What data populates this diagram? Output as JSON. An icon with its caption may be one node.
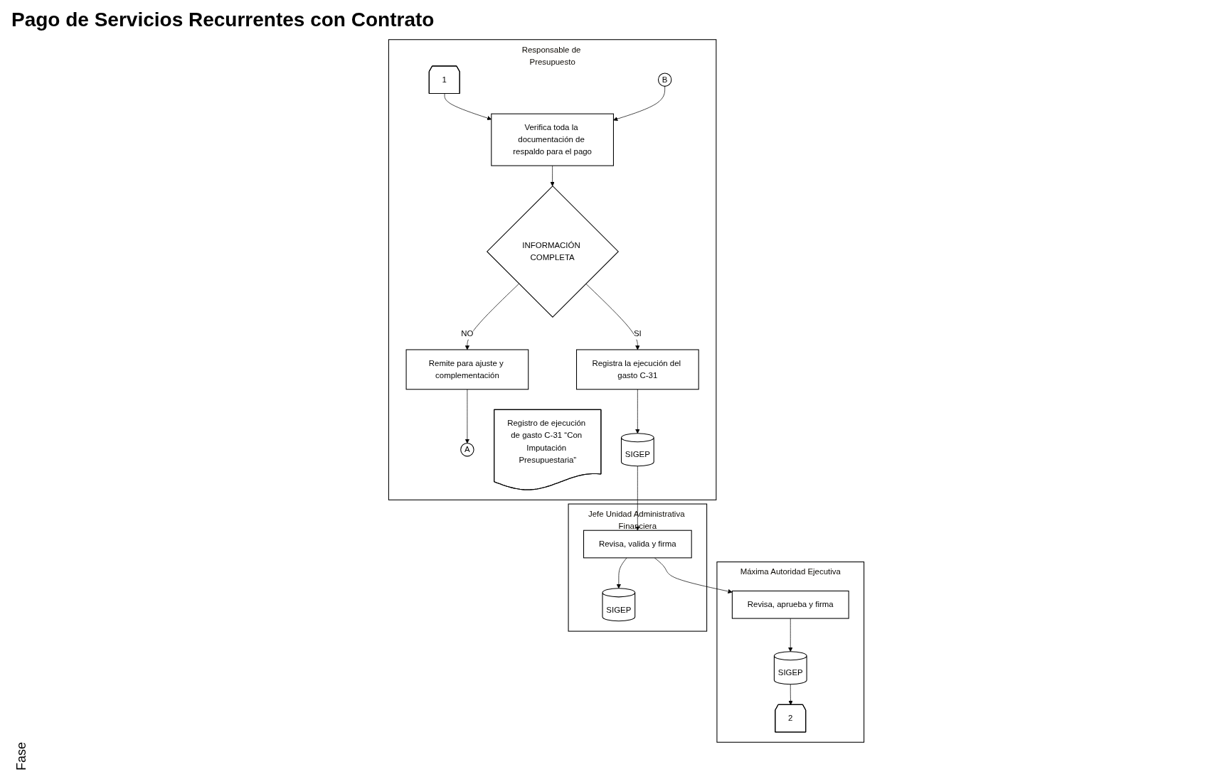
{
  "diagram": {
    "title": "Pago de Servicios Recurrentes con Contrato",
    "nodes": [
      {
        "text": [
          "Máxima Autoridad Ejecutiva"
        ]
      },
      {
        "text": [
          "Jefe Unidad Administrativa Financiera"
        ]
      },
      {
        "text": [
          "Responsable de Presupuesto"
        ]
      },
      {
        "text": [
          "1"
        ],
        "in": 2
      },
      {
        "text": [
          "Verifica toda la documentación de respaldo para el pago"
        ],
        "in": 2
      },
      {
        "text": [
          "B"
        ],
        "in": 2
      },
      {
        "text": [
          "INFORMACIÓN COMPLETA"
        ],
        "in": 2
      },
      {
        "text": [
          "Remite para ajuste y complementación"
        ],
        "in": 2
      },
      {
        "text": [
          "A"
        ],
        "in": 2
      },
      {
        "text": [
          "Registra la ejecución del gasto C-31"
        ],
        "in": 2
      },
      {
        "text": [
          "Registro de ejecución de gasto C-31 “Con Imputación Presupuestaria”"
        ],
        "in": 2
      },
      {
        "text": [
          "SIGEP"
        ],
        "in": 2
      },
      {
        "text": [
          "Revisa, valida y firma"
        ],
        "in": 1
      },
      {
        "text": [
          "SIGEP"
        ],
        "in": 1
      },
      {
        "text": [
          "Revisa, aprueba y firma"
        ],
        "in": 0
      },
      {
        "text": [
          "SIGEP"
        ],
        "in": 0
      },
      {
        "text": [
          "2"
        ],
        "in": 0
      }
    ],
    "edges": [
      {
        "from": 3,
        "to": 4,
        "arrow": "to"
      },
      {
        "from": 5,
        "to": 4,
        "arrow": "to"
      },
      {
        "from": 4,
        "to": 6,
        "arrow": "to"
      },
      {
        "from": 6,
        "to": 7,
        "arrow": "to",
        "label": "NO"
      },
      {
        "from": 6,
        "to": 9,
        "arrow": "to",
        "label": "SI"
      },
      {
        "from": 7,
        "to": 8,
        "arrow": "to"
      },
      {
        "from": 9,
        "to": 11,
        "arrow": "to"
      },
      {
        "from": 11,
        "to": 12,
        "arrow": "to"
      },
      {
        "from": 12,
        "to": 14,
        "arrow": "to"
      },
      {
        "from": 12,
        "to": 13,
        "arrow": "to"
      },
      {
        "from": 14,
        "to": 15,
        "arrow": "to"
      },
      {
        "from": 15,
        "to": 16,
        "arrow": "to"
      }
    ],
    "labels": [
      "Fase"
    ]
  }
}
